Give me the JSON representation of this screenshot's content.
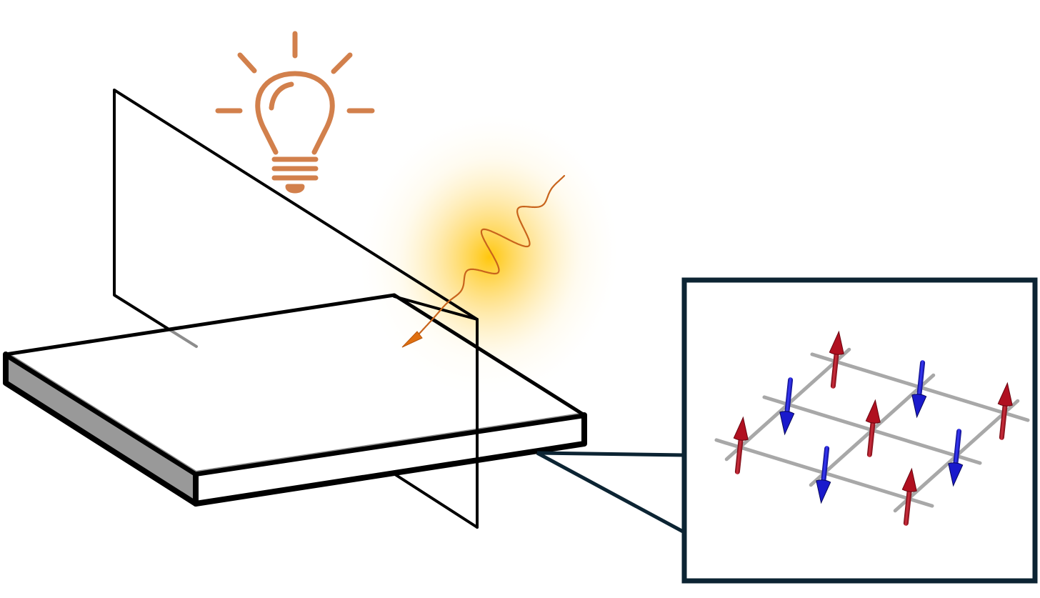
{
  "figure": {
    "colors": {
      "background": "#ffffff",
      "outline": "#000000",
      "slab_side": "#999999",
      "bulb": "#d2804c",
      "glow": "#ffc400",
      "photon": "#c8641c",
      "inset_frame": "#0c2433",
      "lattice_line": "#a8a8a8",
      "spin_up": "#b01020",
      "spin_down": "#1a1acc"
    },
    "icons": {
      "bulb": "lightbulb-icon",
      "photon": "wavy-arrow-photon"
    },
    "inset": {
      "lattice": "square-2d",
      "spin_order": "antiferromagnetic",
      "spins": [
        {
          "row": 0,
          "col": 0,
          "dir": "up"
        },
        {
          "row": 0,
          "col": 1,
          "dir": "down"
        },
        {
          "row": 0,
          "col": 2,
          "dir": "up"
        },
        {
          "row": 1,
          "col": 0,
          "dir": "down"
        },
        {
          "row": 1,
          "col": 1,
          "dir": "up"
        },
        {
          "row": 1,
          "col": 2,
          "dir": "down"
        },
        {
          "row": 2,
          "col": 0,
          "dir": "up"
        },
        {
          "row": 2,
          "col": 1,
          "dir": "down"
        },
        {
          "row": 2,
          "col": 2,
          "dir": "up"
        }
      ]
    }
  }
}
